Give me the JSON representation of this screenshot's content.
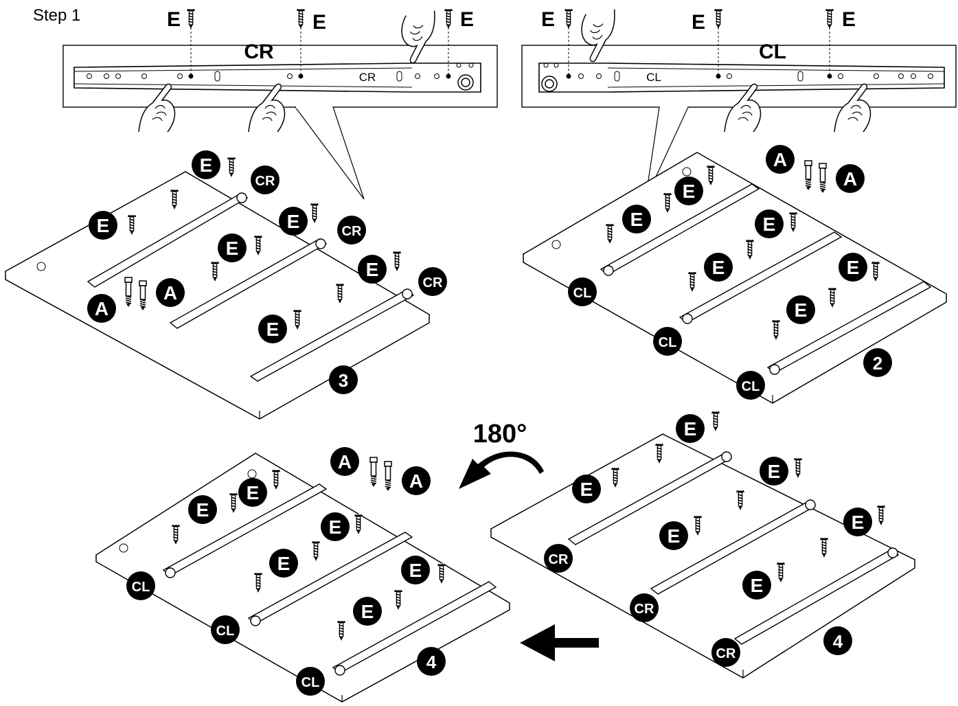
{
  "step_title": "Step 1",
  "screw_letter": "E",
  "cam_letter": "A",
  "right_rail_code": "CR",
  "left_rail_code": "CL",
  "rotation_label": "180°",
  "panel_counts": {
    "top_left": "3",
    "top_right": "2",
    "bottom_left": "4",
    "bottom_right": "4"
  },
  "colors": {
    "ink": "#000000",
    "paper": "#ffffff"
  },
  "icons": [
    "screw-icon",
    "cam-dowel-icon",
    "hand-icon",
    "rotate-arrow-icon",
    "move-left-arrow-icon"
  ]
}
